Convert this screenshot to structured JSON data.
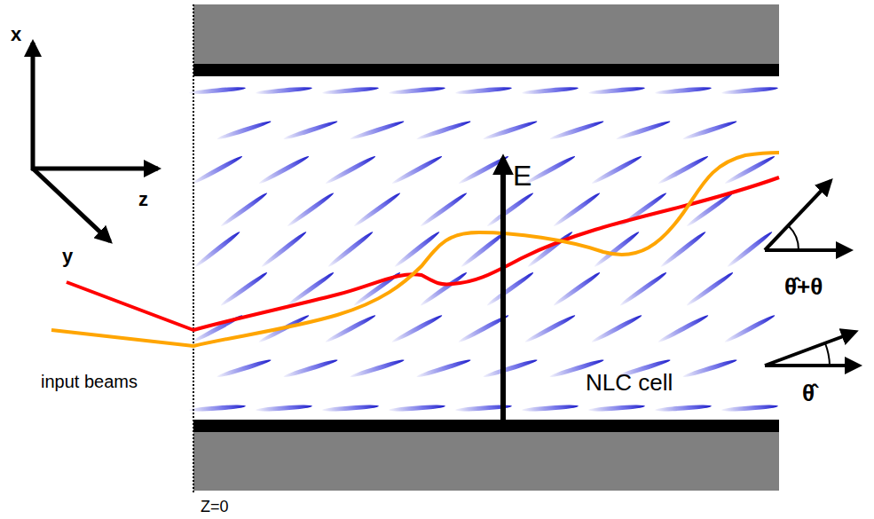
{
  "diagram": {
    "labels": [
      "x",
      "z",
      "y",
      "E",
      "input beams",
      "NLC cell",
      "θ̂+θ",
      "θ̂",
      "Z=0"
    ]
  }
}
